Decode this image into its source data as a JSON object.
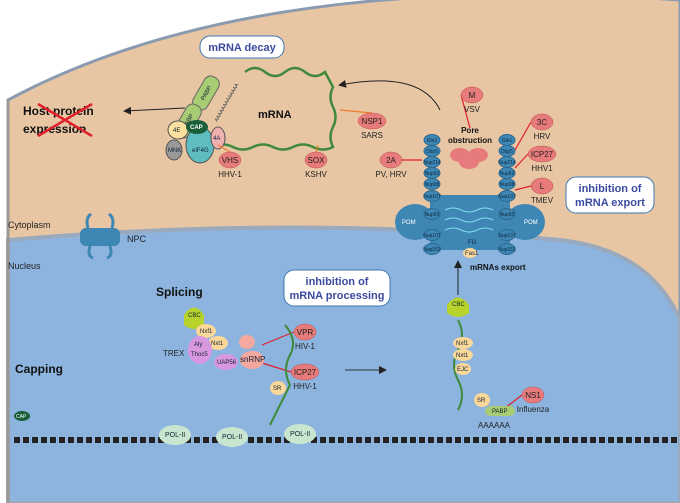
{
  "compartments": {
    "cytoplasm": "Cytoplasm",
    "nucleus": "Nucleus",
    "npc": "NPC"
  },
  "boxes": {
    "decay": "mRNA decay",
    "processing": [
      "inhibition of",
      "mRNA processing"
    ],
    "export": [
      "inhibition of",
      "mRNA export"
    ]
  },
  "host_protein": [
    "Host protein",
    "expression"
  ],
  "mrna": "mRNA",
  "factors": {
    "pabp": "PABP",
    "polyA": "AAAAAAAAAAAAA",
    "e4": "4E",
    "cap": "CAP",
    "eif4g": "eIF4G",
    "mnk": "MNK",
    "a4": "4A",
    "cbc": "CBC",
    "nxf1": "Nxf1",
    "nxt1": "Nxt1",
    "aly": "Aly",
    "thoc": "Thoc5",
    "uap56": "UAP56",
    "trex": "TREX",
    "snrnp": "snRNP",
    "sr": "SR",
    "ejc": "EJC",
    "pol": "POL-II",
    "polyA_short": "AAAAAA"
  },
  "viral": [
    {
      "protein": "VHS",
      "virus": "HHV-1"
    },
    {
      "protein": "SOX",
      "virus": "KSHV"
    },
    {
      "protein": "NSP1",
      "virus": "SARS"
    },
    {
      "protein": "M",
      "virus": "VSV"
    },
    {
      "protein": "3C",
      "virus": "HRV"
    },
    {
      "protein": "ICP27",
      "virus": "HHV1"
    },
    {
      "protein": "L",
      "virus": "TMEV"
    },
    {
      "protein": "2A",
      "virus": "PV, HRV"
    },
    {
      "protein": "VPR",
      "virus": "HIV-1"
    },
    {
      "protein": "ICP27",
      "virus": "HHV-1"
    },
    {
      "protein": "NS1",
      "virus": "Influenza"
    }
  ],
  "pore": {
    "obstruction": [
      "Pore",
      "obstruction"
    ],
    "export": "mRNAs export",
    "fg": "FG",
    "pom": "POM",
    "nups": [
      "Gle1",
      "Dbp5",
      "Nup214",
      "Nup62",
      "Nup98",
      "Nup107",
      "Nup93",
      "Nup107",
      "Nup153"
    ],
    "tpr": "Fas1"
  },
  "steps": {
    "splicing": "Splicing",
    "capping": "Capping"
  },
  "colors": {
    "cytoplasm": "#e8c6a4",
    "nucleus": "#8cb4df",
    "viral": "#e77a7a",
    "npc": "#3e86b4",
    "inhibit": "#e0202a"
  }
}
